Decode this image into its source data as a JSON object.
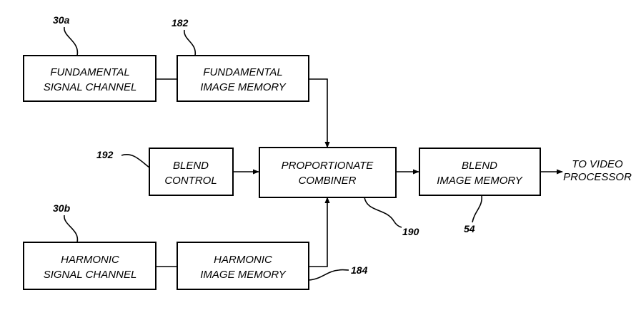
{
  "blocks": {
    "fundamental_channel": {
      "line1": "FUNDAMENTAL",
      "line2": "SIGNAL CHANNEL",
      "ref": "30a"
    },
    "fundamental_memory": {
      "line1": "FUNDAMENTAL",
      "line2": "IMAGE MEMORY",
      "ref": "182"
    },
    "blend_control": {
      "line1": "BLEND",
      "line2": "CONTROL",
      "ref": "192"
    },
    "combiner": {
      "line1": "PROPORTIONATE",
      "line2": "COMBINER",
      "ref": "190"
    },
    "blend_memory": {
      "line1": "BLEND",
      "line2": "IMAGE MEMORY",
      "ref": "54"
    },
    "harmonic_channel": {
      "line1": "HARMONIC",
      "line2": "SIGNAL CHANNEL",
      "ref": "30b"
    },
    "harmonic_memory": {
      "line1": "HARMONIC",
      "line2": "IMAGE MEMORY",
      "ref": "184"
    }
  },
  "output": {
    "line1": "TO VIDEO",
    "line2": "PROCESSOR"
  }
}
